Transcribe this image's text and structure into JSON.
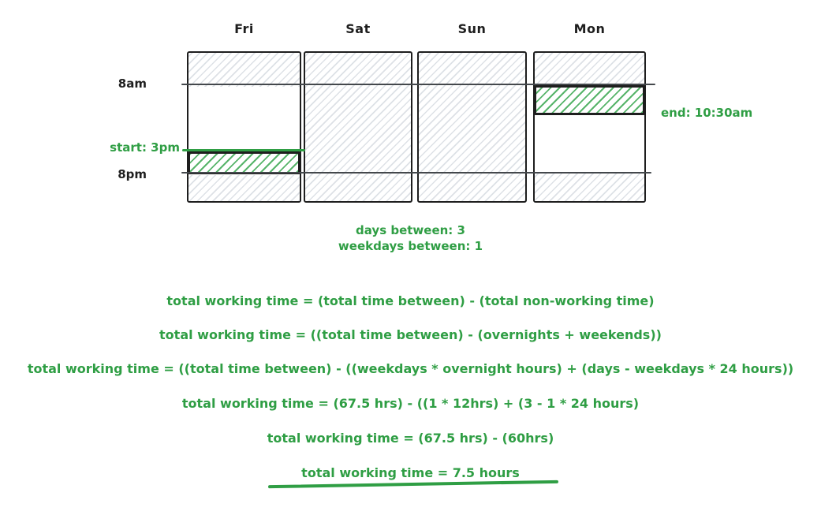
{
  "palette": {
    "green": "#2f9e44",
    "green-hatch": "#57b46a",
    "ink": "#1e1e1e",
    "hatch-gray": "#dde1e6",
    "line-gray": "#44484c",
    "bg": "#ffffff"
  },
  "schedule": {
    "day_labels": [
      "Fri",
      "Sat",
      "Sun",
      "Mon"
    ],
    "axis": {
      "morning_label": "8am",
      "evening_label": "8pm"
    },
    "start_label": "start: 3pm",
    "end_label": "end: 10:30am"
  },
  "counts": {
    "days_between": "days between: 3",
    "weekdays_between": "weekdays between: 1"
  },
  "derivation": {
    "lines": [
      "total working time = (total time between) - (total non-working time)",
      "total working time = ((total time between) - (overnights + weekends))",
      "total working time = ((total time between) - ((weekdays * overnight hours) + (days - weekdays * 24 hours))",
      "total working time = (67.5 hrs) - ((1 * 12hrs) + (3 - 1 * 24 hours)",
      "total working time = (67.5 hrs) - (60hrs)",
      "total working time = 7.5 hours"
    ]
  }
}
